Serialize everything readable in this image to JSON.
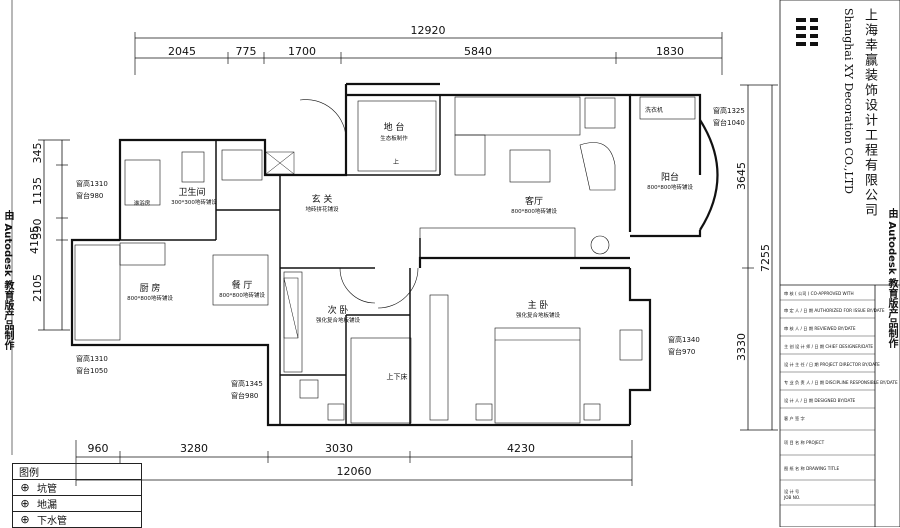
{
  "company": {
    "name_cn": "上海幸赢装饰设计工程有限公司",
    "name_en": "Shanghai XY Decoration CO.,LTD"
  },
  "watermark": "由 Autodesk 教育版产品制作",
  "dimensions": {
    "top_total": "12920",
    "top_segments": [
      "2045",
      "775",
      "1700",
      "5840",
      "1830"
    ],
    "bottom_total": "12060",
    "bottom_segments": [
      "960",
      "3280",
      "3030",
      "4230"
    ],
    "left": [
      "345",
      "1135",
      "390",
      "4105",
      "2105"
    ],
    "right_inner": [
      "3645",
      "3330"
    ],
    "right_total": "7255"
  },
  "rooms": {
    "balcony_rail": {
      "name": "地 台",
      "sub": "生态板制作"
    },
    "living": {
      "name": "客厅",
      "sub": "800*800地砖铺设"
    },
    "balcony": {
      "name": "阳台",
      "sub": "800*800地砖铺设"
    },
    "foyer": {
      "name": "玄 关",
      "sub": "地砖拼花铺设"
    },
    "bathroom": {
      "name": "卫生间",
      "sub": "300*300地砖铺设"
    },
    "kitchen": {
      "name": "厨 房",
      "sub": "800*800地砖铺设"
    },
    "dining": {
      "name": "餐 厅",
      "sub": "800*800地砖铺设"
    },
    "second_bed": {
      "name": "次 卧",
      "sub": "强化复合地板铺设"
    },
    "master_bed": {
      "name": "主 卧",
      "sub": "强化复合地板铺设"
    },
    "bunk": {
      "name": "上下床"
    },
    "shower": {
      "name": "淋浴房"
    },
    "washer": {
      "name": "洗衣机"
    },
    "up": {
      "name": "上"
    }
  },
  "windows": {
    "w1": {
      "h": "窗高1310",
      "s": "窗台980"
    },
    "w2": {
      "h": "窗高1310",
      "s": "窗台1050"
    },
    "w3": {
      "h": "窗高1345",
      "s": "窗台980"
    },
    "w4": {
      "h": "窗高1325",
      "s": "窗台1040"
    },
    "w5": {
      "h": "窗高1340",
      "s": "窗台970"
    }
  },
  "title_rows": [
    "审 核 ( 公司 ) CO-APPROVED WITH",
    "审 定 人 / 日 期 AUTHORIZED FOR ISSUE BY/DATE",
    "审 核 人 / 日 期 REVIEWED BY/DATE",
    "主 创 设 计 师 / 日 期 CHIEF DESIGNER/DATE",
    "设 计 主 任 / 日 期 PROJECT DIRECTOR BY/DATE",
    "专 业 负 责 人 / 日 期 DISCIPLINE RESPONSIBLE BY/DATE",
    "设 计 人 / 日 期 DESIGNED BY/DATE",
    "客 户 签 字",
    "项 目 名 称 PROJECT",
    "图 纸 名 称 DRAWING TITLE",
    "设 计 号",
    "JOB NO."
  ],
  "legend": {
    "title": "图例",
    "items": [
      {
        "symbol": "⊕",
        "label": "坑管"
      },
      {
        "symbol": "⊕",
        "label": "地漏"
      },
      {
        "symbol": "⊕",
        "label": "下水管"
      }
    ]
  }
}
